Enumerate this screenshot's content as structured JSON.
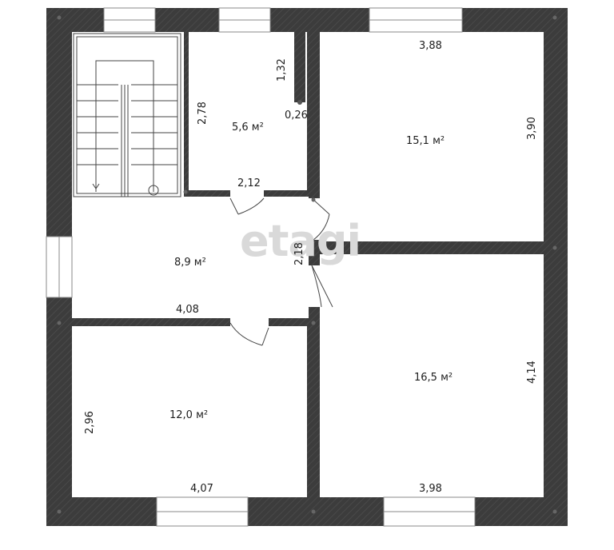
{
  "watermark": "etagi",
  "rooms": {
    "hall": {
      "area": "8,9 м²",
      "width": "4,08",
      "height": "2,18"
    },
    "bath": {
      "area": "5,6 м²",
      "width": "2,12",
      "height": "2,78",
      "niche": "1,32",
      "niche_depth": "0,26"
    },
    "top_right": {
      "area": "15,1 м²",
      "width": "3,88",
      "height": "3,90"
    },
    "bottom_left": {
      "area": "12,0 м²",
      "width": "4,07",
      "height": "2,96"
    },
    "bottom_right": {
      "area": "16,5 м²",
      "width": "3,98",
      "height": "4,14"
    }
  },
  "colors": {
    "wall": "#3c3c3c",
    "floor": "#ffffff",
    "watermark": "#d9d9d9"
  }
}
